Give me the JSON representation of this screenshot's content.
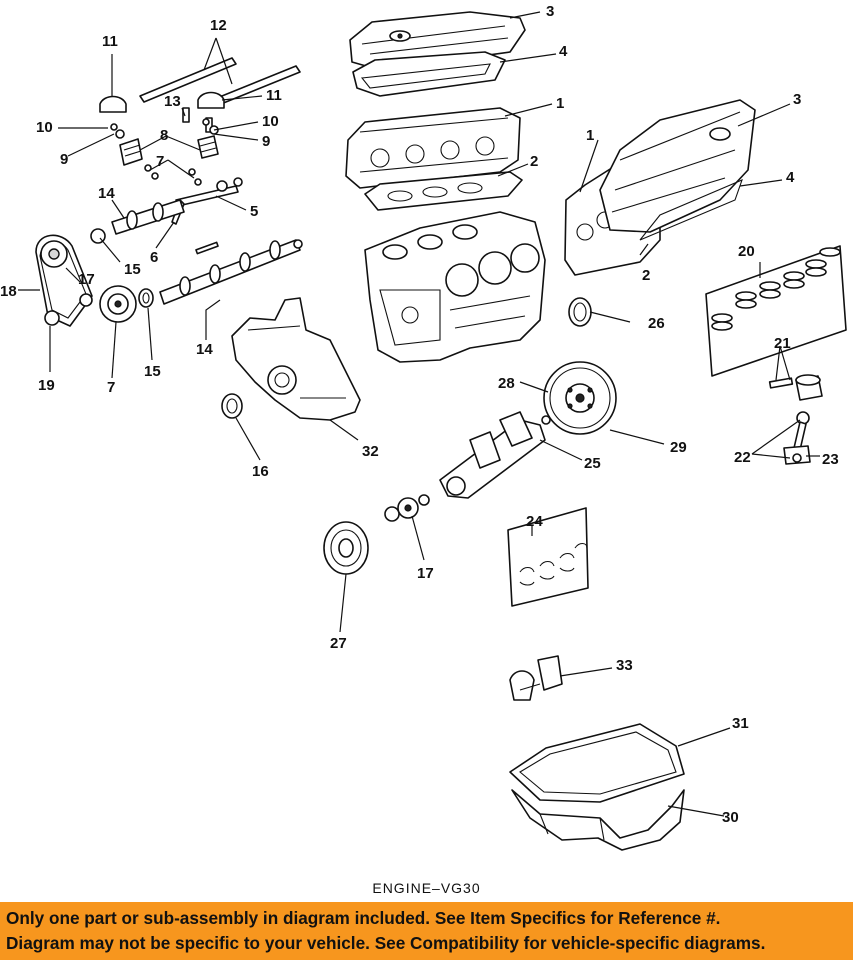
{
  "diagram": {
    "caption": "ENGINE–VG30",
    "callouts": [
      "1",
      "1",
      "2",
      "2",
      "3",
      "3",
      "4",
      "4",
      "5",
      "6",
      "7",
      "7",
      "8",
      "9",
      "9",
      "10",
      "10",
      "11",
      "11",
      "12",
      "13",
      "14",
      "14",
      "15",
      "15",
      "16",
      "17",
      "17",
      "17",
      "18",
      "19",
      "20",
      "21",
      "22",
      "23",
      "24",
      "25",
      "26",
      "27",
      "28",
      "29",
      "30",
      "31",
      "32",
      "33"
    ]
  },
  "disclaimer": {
    "line1": "Only one part or sub-assembly in diagram included. See Item Specifics for Reference #.",
    "line2": "Diagram may not be specific to your vehicle. See Compatibility for vehicle-specific diagrams."
  },
  "colors": {
    "banner": "#f7961e",
    "ink": "#111111"
  }
}
